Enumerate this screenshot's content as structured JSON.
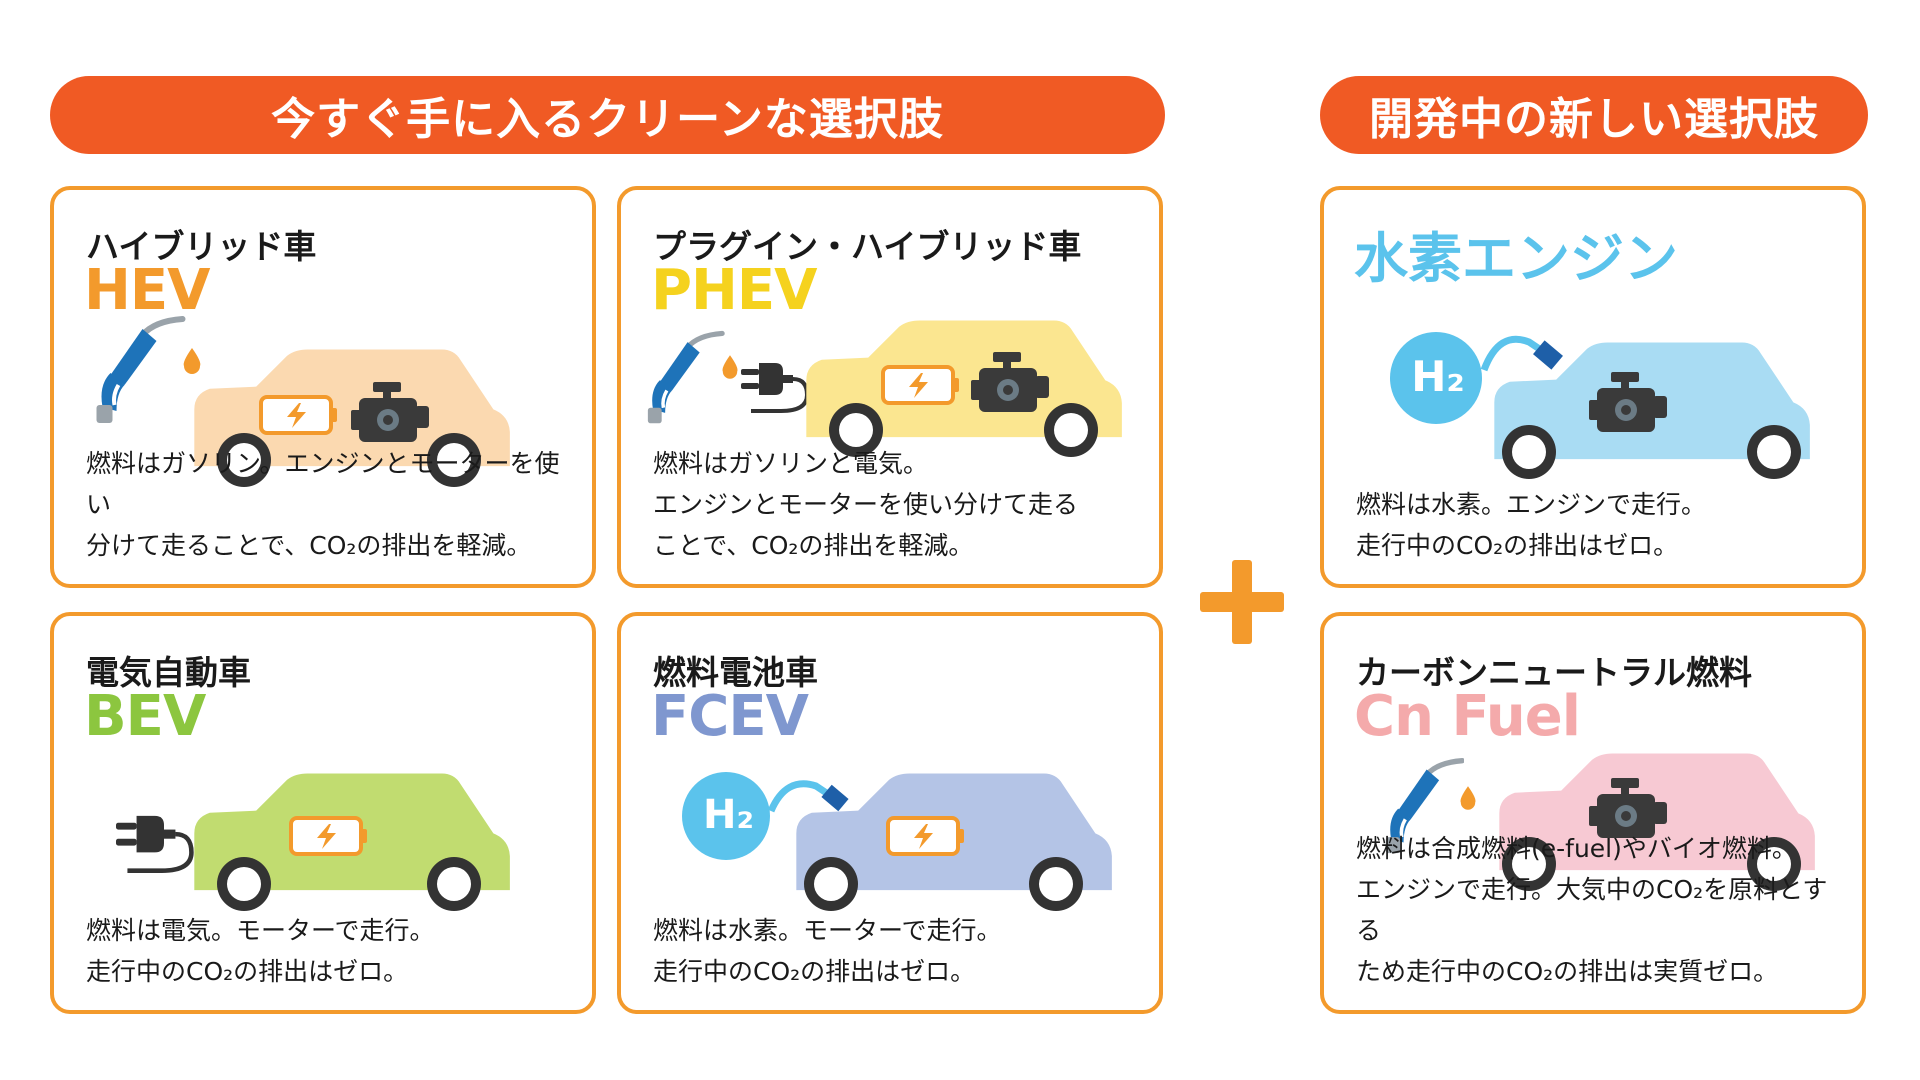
{
  "banners": {
    "left": "今すぐ手に入るクリーンな選択肢",
    "right": "開発中の新しい選択肢"
  },
  "colors": {
    "banner": "#f05a24",
    "card_border": "#f39a2c",
    "hev": "#f39a2c",
    "phev": "#f5d21e",
    "bev": "#8cc63f",
    "fcev": "#7f97cf",
    "hydrogen": "#5bc3ec",
    "cn_fuel": "#f4aaab"
  },
  "cards": {
    "hev": {
      "ja": "ハイブリッド車",
      "code": "HEV",
      "desc": "燃料はガソリン。エンジンとモーターを使い\n分けて走ることで、CO₂の排出を軽減。"
    },
    "phev": {
      "ja": "プラグイン・ハイブリッド車",
      "code": "PHEV",
      "desc": "燃料はガソリンと電気。\nエンジンとモーターを使い分けて走る\nことで、CO₂の排出を軽減。"
    },
    "bev": {
      "ja": "電気自動車",
      "code": "BEV",
      "desc": "燃料は電気。モーターで走行。\n走行中のCO₂の排出はゼロ。"
    },
    "fcev": {
      "ja": "燃料電池車",
      "code": "FCEV",
      "desc": "燃料は水素。モーターで走行。\n走行中のCO₂の排出はゼロ。"
    },
    "h2": {
      "title": "水素エンジン",
      "desc": "燃料は水素。エンジンで走行。\n走行中のCO₂の排出はゼロ。"
    },
    "cn": {
      "ja": "カーボンニュートラル燃料",
      "code": "Cn Fuel",
      "desc": "燃料は合成燃料(e-fuel)やバイオ燃料。\nエンジンで走行。大気中のCO₂を原料とする\nため走行中のCO₂の排出は実質ゼロ。"
    }
  },
  "labels": {
    "h2_badge": "H₂"
  },
  "icons": [
    "fuel-nozzle-icon",
    "fuel-drop-icon",
    "power-plug-icon",
    "battery-icon",
    "engine-icon",
    "hydrogen-tank-icon",
    "plus-icon",
    "car-icon"
  ]
}
